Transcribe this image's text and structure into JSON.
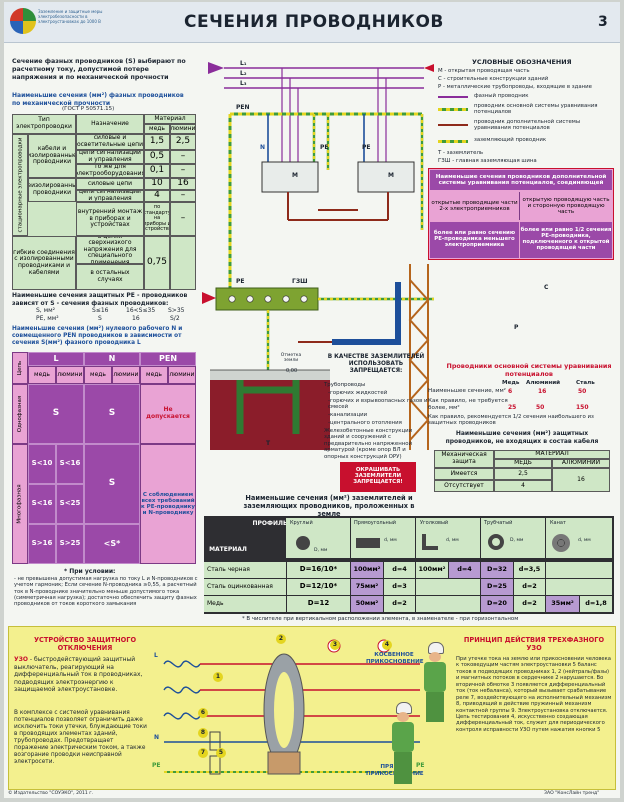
{
  "header": {
    "logo_text": "Заземление и защитные меры электробезопасности в электроустановках до 1000 В",
    "title": "СЕЧЕНИЯ ПРОВОДНИКОВ",
    "page_num": "3"
  },
  "colors": {
    "title_bg": "#e3e9ef",
    "purple": "#9b49a8",
    "pink": "#e9a3d4",
    "green_table": "#cfe7c6",
    "red": "#c8102e",
    "dark_table": "#2e2e32",
    "yellow_panel": "#f3f08e",
    "earth_brown": "#a56d2c"
  },
  "phase_section": {
    "intro": "Сечение фазных проводников (S) выбирают по расчетному току, допустимой потере напряжения и по механической прочности",
    "title": "Наименьшие сечения (мм²) фазных проводников по механической прочности",
    "gost": "(ГОСТ Р 50571.15)",
    "headers": [
      "Тип электропроводки",
      "Назначение",
      "Материал",
      "медь",
      "алюминий"
    ],
    "row_groups": [
      "стационарные электропроводки",
      "кабели и изолированные проводники",
      "неизолированные проводники",
      "гибкие соединения с изолированными проводниками и кабелями"
    ],
    "rows": [
      {
        "purpose": "силовые и осветительные цепи",
        "cu": "1,5",
        "al": "2,5"
      },
      {
        "purpose": "цепи сигнализации и управления",
        "cu": "0,5",
        "al": "–"
      },
      {
        "purpose": "то же для электрооборудования",
        "cu": "0,1",
        "al": "–"
      },
      {
        "purpose": "силовые цепи",
        "cu": "10",
        "al": "16"
      },
      {
        "purpose": "цепи сигнализации и управления",
        "cu": "4",
        "al": "–"
      },
      {
        "purpose": "внутренний монтаж в приборах и устройствах",
        "cu": "по стандарту на приборы и устройства",
        "al": "–"
      },
      {
        "purpose": "в цепях сверхнизкого напряжения для специального применения",
        "cu": "0,75",
        "al": ""
      },
      {
        "purpose": "в остальных случаях",
        "cu": "",
        "al": ""
      }
    ]
  },
  "pe_section": {
    "text": "Наименьшие сечения защитных РЕ - проводников зависят от S - сечения фазных проводников:",
    "s_label": "S, мм²",
    "pe_label": "PE, мм²",
    "s_values": [
      "S≤16",
      "16<S≤35",
      "S>35"
    ],
    "pe_values": [
      "S",
      "16",
      "S/2"
    ]
  },
  "pen_section": {
    "text": "Наименьшие сечения (мм²) нулевого рабочего N и совмещенного PEN проводников в зависимости от сечения S(мм²) фазного проводника L",
    "col_headers": [
      "L",
      "N",
      "PEN"
    ],
    "sub_headers": [
      "медь",
      "алюминий",
      "медь",
      "алюминий",
      "медь",
      "алюминий"
    ],
    "row_label": "Цепь",
    "single_phase": "Однофазная",
    "three_phase": "Многофазная",
    "cell_s": "S",
    "pen_single": "Не допускается",
    "rows": [
      "S<10",
      "S<16",
      "S<16",
      "S<25",
      "S>16",
      "S>25"
    ],
    "n_value": "<S*",
    "pen_note": "С соблюдением всех требований к PE-проводнику и N-проводнику",
    "footnote_title": "* При условии:",
    "footnote": "- не превышена допустимая нагрузка по току L и N-проводников с учетом гармоник; Если сечение N-проводника ≥0,55, а расчетный ток в N-проводнике значительно меньше допустимого тока (симметричная нагрузка); достаточно обеспечить защиту фазных проводников от токов короткого замыкания"
  },
  "diagram": {
    "lines": [
      "L₁",
      "L₂",
      "L₃",
      "PEN",
      "N",
      "PE",
      "PE",
      "M",
      "M",
      "ГЗШ",
      "PE",
      "C",
      "P",
      "Т"
    ],
    "level_label": "Отметка земли",
    "level_value": "0,00"
  },
  "legend": {
    "title": "УСЛОВНЫЕ ОБОЗНАЧЕНИЯ",
    "items": [
      "М - открытая проводящая часть",
      "С - строительные конструкции зданий",
      "Р - металлические трубопроводы, входящие в здание",
      "фазный проводник",
      "проводник основной системы уравнивания потенциалов",
      "проводник дополнительной системы уравнивания потенциалов",
      "заземляющий проводник",
      "Т - заземлитель",
      "ГЗШ - главная заземляющая шина"
    ]
  },
  "supp_table": {
    "title": "Наименьшие сечения проводников дополнительной системы уравнивания потенциалов, соединяющей",
    "row1_left": "открытые проводящие части 2-х электроприемников",
    "row1_right": "открытую проводящую часть и сторонную проводящую часть",
    "row2_left": "более или равно сечению РЕ-проводника меньшего электроприемника",
    "row2_right": "более или равно 1/2 сечения РЕ-проводника, подключенного к открытой проводящей части"
  },
  "main_system": {
    "title": "Проводники основной системы уравнивания потенциалов",
    "col_headers": [
      "Медь",
      "Алюминий",
      "Сталь"
    ],
    "rows": [
      {
        "label": "Наименьшее сечение, мм²",
        "cu": "6",
        "al": "16",
        "st": "50"
      },
      {
        "label": "Как правило, не требуется более, мм²",
        "cu": "25",
        "al": "50",
        "st": "150"
      },
      {
        "label": "Как правило, рекомендуется 1/2 сечения наибольшего из защитных проводников",
        "cu": "",
        "al": "",
        "st": ""
      }
    ]
  },
  "earth_items": {
    "title": "В КАЧЕСТВЕ ЗАЗЕМЛИТЕЛЕЙ ИСПОЛЬЗОВАТЬ ЗАПРЕЩАЕТСЯ:",
    "list": [
      "Трубопроводы",
      "-горючих жидкостей",
      "-горючих и взрывоопасных газов и смесей",
      "-канализации",
      "-центрального отопления",
      "Железобетонные конструкции зданий и сооружений с предварительно напряженной арматурой (кроме опор ВЛ и опорных конструкций ОРУ)"
    ],
    "warn": "ОКРАШИВАТЬ ЗАЗЕМЛИТЕЛИ ЗАПРЕЩАЕТСЯ!"
  },
  "cable_table": {
    "title": "Наименьшие сечения (мм²) защитных проводников, не входящих в состав кабеля",
    "headers": [
      "Механическая защита",
      "МАТЕРИАЛ",
      "МЕДЬ",
      "АЛЮМИНИЙ"
    ],
    "rows": [
      {
        "label": "Имеется",
        "cu": "2,5",
        "al": "16"
      },
      {
        "label": "Отсутствует",
        "cu": "4",
        "al": ""
      }
    ]
  },
  "profile_table": {
    "title": "Наименьшие сечения (мм²) заземлителей и заземляющих проводников, проложенных в земле",
    "profile_label": "ПРОФИЛЬ",
    "material_label": "МАТЕРИАЛ",
    "profiles": [
      "Круглый",
      "Прямоугольный",
      "Уголковый",
      "Трубчатый",
      "Канат"
    ],
    "dims": [
      "D, мм",
      "d, мм",
      "d, мм",
      "D, мм",
      "d, мм"
    ],
    "rows": [
      {
        "name": "Сталь черная",
        "cells": [
          "D=16/10*",
          "100мм²",
          "d=4",
          "100мм²",
          "d=4",
          "D=32",
          "d=3,5",
          "",
          ""
        ]
      },
      {
        "name": "Сталь оцинкованная",
        "cells": [
          "D=12/10*",
          "75мм²",
          "d=3",
          "",
          "",
          "D=25",
          "d=2",
          "",
          ""
        ]
      },
      {
        "name": "Медь",
        "cells": [
          "D=12",
          "50мм²",
          "d=2",
          "",
          "",
          "D=20",
          "d=2",
          "35мм²",
          "d=1,8"
        ]
      }
    ],
    "footnote": "* В числителе при вертикальном расположении элемента, в знаменателе - при горизонтальном"
  },
  "rcd_panel": {
    "title": "УСТРОЙСТВО ЗАЩИТНОГО ОТКЛЮЧЕНИЯ",
    "p1_term": "УЗО",
    "p1": "- быстродействующий защитный выключатель, реагирующий на дифференциальный ток в проводниках, подводящих электроэнергию к защищаемой электроустановке.",
    "p2": "В комплексе с системой уравнивания потенциалов позволяет ограничить даже исключить токи утечки, блуждающие токи в проводящих элементах зданий, трубопроводах. Предотвращает поражение электрическим током, а также возгорание проводки неисправной электросети.",
    "indirect": "КОСВЕННОЕ ПРИКОСНОВЕНИЕ",
    "direct": "ПРЯМОЕ ПРИКОСНОВЕНИЕ",
    "circle_nums": [
      "1",
      "2",
      "3",
      "4",
      "5",
      "6",
      "7",
      "8"
    ],
    "wire_labels": [
      "L",
      "N",
      "PE",
      "PE"
    ]
  },
  "principle_panel": {
    "title": "ПРИНЦИП ДЕЙСТВИЯ ТРЕХФАЗНОГО УЗО",
    "text": "При утечке тока на землю или прикосновении человека к токоведущим частям электроустановки 5 баланс токов в подводящих проводниках 1, 2 (нейтраль/фазы) и магнитных потоков в сердечнике 2 нарушается. Во вторичной обмотке 3 появляется дифференциальный ток (ток небаланса), который вызывает срабатывание реле 7, воздействующего на исполнительный механизм 8, приводящий в действие пружинный механизм контактной группы 9. Электроустановка отключается. Цепь тестирования 4, искусственно создающая дифференциальный ток, служит для периодического контроля исправности УЗО путем нажатия кнопки 5"
  },
  "footer": {
    "left": "© Издательство \"СОУЭКО\", 2011 г.",
    "right": "ЗАО \"КонсЛайн тренд\""
  }
}
